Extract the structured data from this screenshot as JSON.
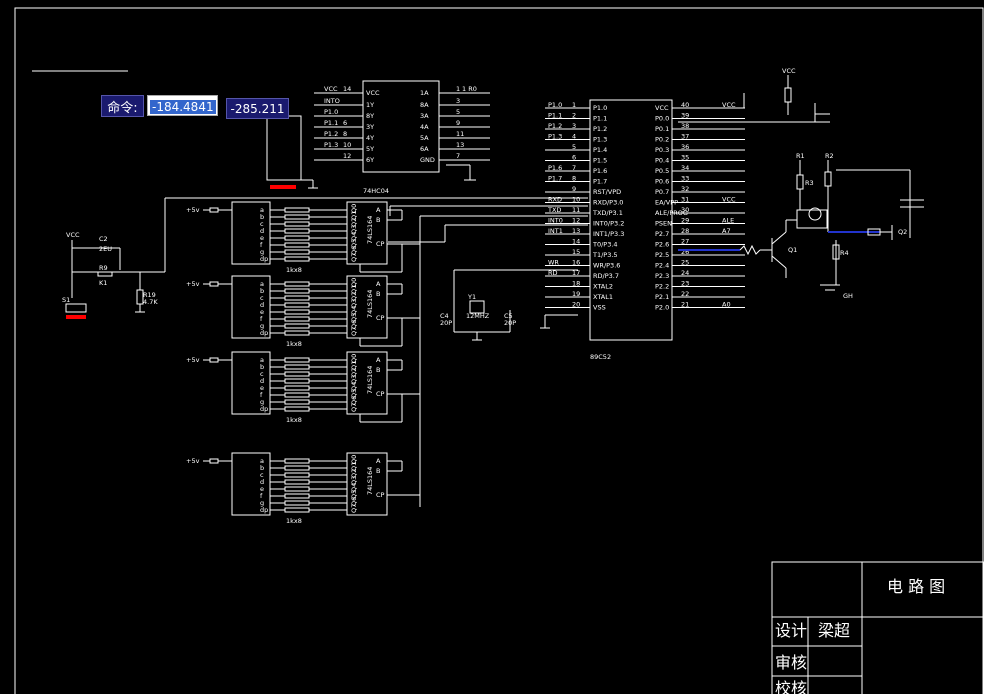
{
  "command_bar": {
    "label": "命令:",
    "x_value": "-184.4841",
    "y_value": "-285.211"
  },
  "title_block": {
    "drawing_title": "电  路  图",
    "design_label": "设计",
    "designer_name": "梁超",
    "review_label": "审核",
    "check_label": "校核"
  },
  "schematic": {
    "ic_74hc04": {
      "name": "74HC04",
      "left_pins": [
        {
          "num": "14",
          "label": "VCC"
        },
        {
          "num": "",
          "label": "1Y"
        },
        {
          "num": "",
          "label": "8Y"
        },
        {
          "num": "6",
          "label": "3Y"
        },
        {
          "num": "8",
          "label": "4Y"
        },
        {
          "num": "10",
          "label": "5Y"
        },
        {
          "num": "12",
          "label": "6Y"
        }
      ],
      "right_pins": [
        {
          "num": "1",
          "label": "1A"
        },
        {
          "num": "3",
          "label": "8A"
        },
        {
          "num": "5",
          "label": "3A"
        },
        {
          "num": "9",
          "label": "4A"
        },
        {
          "num": "11",
          "label": "5A"
        },
        {
          "num": "13",
          "label": "6A"
        },
        {
          "num": "7",
          "label": "GND"
        }
      ],
      "left_nets": [
        "VCC",
        "INTO",
        "P1.0",
        "P1.1",
        "P1.2",
        "P1.3",
        ""
      ],
      "right_nets": [
        "1 R0",
        "",
        "",
        "",
        "",
        "",
        ""
      ]
    },
    "mcu": {
      "name": "89C52",
      "left_pins": [
        {
          "num": "1",
          "label": "P1.0",
          "net": "P1.0"
        },
        {
          "num": "2",
          "label": "P1.1",
          "net": "P1.1"
        },
        {
          "num": "3",
          "label": "P1.2",
          "net": "P1.2"
        },
        {
          "num": "4",
          "label": "P1.3",
          "net": "P1.3"
        },
        {
          "num": "5",
          "label": "P1.4",
          "net": ""
        },
        {
          "num": "6",
          "label": "P1.5",
          "net": ""
        },
        {
          "num": "7",
          "label": "P1.6",
          "net": "P1.6"
        },
        {
          "num": "8",
          "label": "P1.7",
          "net": "P1.7"
        },
        {
          "num": "9",
          "label": "RST/VPD",
          "net": ""
        },
        {
          "num": "10",
          "label": "RXD/P3.0",
          "net": "RXD"
        },
        {
          "num": "11",
          "label": "TXD/P3.1",
          "net": "TXD"
        },
        {
          "num": "12",
          "label": "INT0/P3.2",
          "net": "INT0"
        },
        {
          "num": "13",
          "label": "INT1/P3.3",
          "net": "INT1"
        },
        {
          "num": "14",
          "label": "T0/P3.4",
          "net": ""
        },
        {
          "num": "15",
          "label": "T1/P3.5",
          "net": ""
        },
        {
          "num": "16",
          "label": "WR/P3.6",
          "net": "WR"
        },
        {
          "num": "17",
          "label": "RD/P3.7",
          "net": "RD"
        },
        {
          "num": "18",
          "label": "XTAL2",
          "net": ""
        },
        {
          "num": "19",
          "label": "XTAL1",
          "net": ""
        },
        {
          "num": "20",
          "label": "VSS",
          "net": ""
        }
      ],
      "right_pins": [
        {
          "num": "40",
          "label": "VCC",
          "net": "VCC"
        },
        {
          "num": "39",
          "label": "P0.0",
          "net": ""
        },
        {
          "num": "38",
          "label": "P0.1",
          "net": ""
        },
        {
          "num": "37",
          "label": "P0.2",
          "net": ""
        },
        {
          "num": "36",
          "label": "P0.3",
          "net": ""
        },
        {
          "num": "35",
          "label": "P0.4",
          "net": ""
        },
        {
          "num": "34",
          "label": "P0.5",
          "net": ""
        },
        {
          "num": "33",
          "label": "P0.6",
          "net": ""
        },
        {
          "num": "32",
          "label": "P0.7",
          "net": ""
        },
        {
          "num": "31",
          "label": "EA/VPP",
          "net": "VCC"
        },
        {
          "num": "30",
          "label": "ALE/PROG",
          "net": ""
        },
        {
          "num": "29",
          "label": "PSEN",
          "net": "ALE"
        },
        {
          "num": "28",
          "label": "P2.7",
          "net": "A7"
        },
        {
          "num": "27",
          "label": "P2.6",
          "net": ""
        },
        {
          "num": "26",
          "label": "P2.5",
          "net": ""
        },
        {
          "num": "25",
          "label": "P2.4",
          "net": ""
        },
        {
          "num": "24",
          "label": "P2.3",
          "net": ""
        },
        {
          "num": "23",
          "label": "P2.2",
          "net": ""
        },
        {
          "num": "22",
          "label": "P2.1",
          "net": ""
        },
        {
          "num": "21",
          "label": "P2.0",
          "net": "A0"
        }
      ]
    },
    "shift_registers": {
      "name": "74LS164",
      "pins_left": [
        "Q0",
        "Q1",
        "Q2",
        "Q3",
        "Q4",
        "Q5",
        "Q6",
        "Q7"
      ],
      "pins_right": [
        "A",
        "B",
        "CP"
      ]
    },
    "displays": {
      "segments": [
        "a",
        "b",
        "c",
        "d",
        "e",
        "f",
        "g",
        "dp"
      ],
      "labels": [
        "1kx8",
        "1kx8",
        "1kx8",
        "1kx8"
      ],
      "supply": "+5v"
    },
    "reset_circuit": {
      "vcc": "VCC",
      "cap": "C2",
      "cap_value": "2EU",
      "res": "R9",
      "res_value": "K1",
      "res2": "R19",
      "res2_value": "4.7K",
      "switch_label": "S1"
    },
    "crystal": {
      "name": "Y1",
      "freq": "12MHZ",
      "c4": "C4",
      "c4_value": "20P",
      "c5": "C5",
      "c5_value": "20P"
    },
    "driver": {
      "vcc": "VCC",
      "gnd_label": "GH",
      "r_labels": [
        "R1",
        "R2",
        "R3",
        "R4"
      ],
      "q_labels": [
        "Q1",
        "Q2"
      ]
    }
  },
  "colors": {
    "background": "#000000",
    "line": "#ffffff",
    "accent_red": "#ff0000",
    "accent_blue": "#2233cc",
    "command_bg": "#1a1a6e"
  }
}
